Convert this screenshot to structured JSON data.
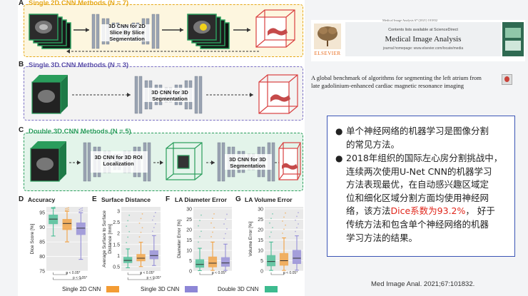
{
  "figure": {
    "panel_a": {
      "letter": "A",
      "title": "Single 2D CNN Methods (N = 7)",
      "net_label": "3D CNN for 2D Slice By Slice Segmentation",
      "color": "#e6a817"
    },
    "panel_b": {
      "letter": "B",
      "title": "Single 3D CNN Methods (N = 3)",
      "net_label": "3D CNN for 3D Segmentation",
      "color": "#5b4fa8"
    },
    "panel_c": {
      "letter": "C",
      "title": "Double 3D CNN Methods (N = 5)",
      "net1_label": "3D CNN for 3D ROI Localization",
      "net2_label": "3D CNN for 3D Segmentation",
      "color": "#2a9d5c"
    },
    "chart_d": {
      "letter": "D",
      "title": "Accuracy"
    },
    "chart_e": {
      "letter": "E",
      "title": "Surface Distance"
    },
    "chart_f": {
      "letter": "F",
      "title": "LA Diameter Error"
    },
    "chart_g": {
      "letter": "G",
      "title": "LA Volume Error"
    },
    "legend": [
      {
        "label": "Single 2D CNN",
        "color": "#f39c34"
      },
      {
        "label": "Single 3D CNN",
        "color": "#8d86d6"
      },
      {
        "label": "Double 3D CNN",
        "color": "#3dbb8f"
      }
    ]
  },
  "chart_data": [
    {
      "type": "box",
      "title": "Accuracy",
      "ylabel": "Dice Score [%]",
      "yticks": [
        75,
        80,
        85,
        90,
        95
      ],
      "ylim": [
        75,
        97
      ],
      "series": [
        {
          "name": "Double 3D CNN",
          "values": [
            92.8
          ],
          "min": 87,
          "q1": 91.2,
          "median": 92.8,
          "q3": 94.2,
          "max": 96.5
        },
        {
          "name": "Single 2D CNN",
          "values": [
            91.3
          ],
          "min": 85,
          "q1": 89.2,
          "median": 91.3,
          "q3": 92.7,
          "max": 95.5
        },
        {
          "name": "Single 3D CNN",
          "values": [
            89.7
          ],
          "min": 79,
          "q1": 87.5,
          "median": 89.7,
          "q3": 91.5,
          "max": 95
        }
      ],
      "annotations": [
        "p < 0.05*",
        "p < 0.05*"
      ]
    },
    {
      "type": "box",
      "title": "Surface Distance",
      "ylabel": "Average Surface to Surface Distance [mm]",
      "yticks": [
        0.5,
        1.0,
        1.5,
        2.0,
        2.5,
        3.0
      ],
      "ylim": [
        0.3,
        3.2
      ],
      "series": [
        {
          "name": "Double 3D CNN",
          "values": [
            0.78
          ],
          "min": 0.45,
          "q1": 0.68,
          "median": 0.78,
          "q3": 0.92,
          "max": 1.3
        },
        {
          "name": "Single 2D CNN",
          "values": [
            0.88
          ],
          "min": 0.5,
          "q1": 0.76,
          "median": 0.88,
          "q3": 1.05,
          "max": 1.6
        },
        {
          "name": "Single 3D CNN",
          "values": [
            1.0
          ],
          "min": 0.55,
          "q1": 0.85,
          "median": 1.0,
          "q3": 1.22,
          "max": 1.9
        }
      ],
      "annotations": [
        "p < 0.05*",
        "p < 0.05*"
      ]
    },
    {
      "type": "box",
      "title": "LA Diameter Error",
      "ylabel": "Diameter Error [%]",
      "yticks": [
        0,
        5,
        10,
        15,
        20,
        25,
        30
      ],
      "ylim": [
        0,
        31
      ],
      "series": [
        {
          "name": "Double 3D CNN",
          "values": [
            3.2
          ],
          "min": 0.2,
          "q1": 1.8,
          "median": 3.2,
          "q3": 5.5,
          "max": 11
        },
        {
          "name": "Single 2D CNN",
          "values": [
            3.8
          ],
          "min": 0.3,
          "q1": 2.0,
          "median": 3.8,
          "q3": 6.8,
          "max": 14
        },
        {
          "name": "Single 3D CNN",
          "values": [
            3.9
          ],
          "min": 0.3,
          "q1": 2.3,
          "median": 3.9,
          "q3": 6.5,
          "max": 13
        }
      ],
      "annotations": [
        "p < 0.05*"
      ]
    },
    {
      "type": "box",
      "title": "LA Volume Error",
      "ylabel": "Volume Error [%]",
      "yticks": [
        0,
        5,
        10,
        15,
        20,
        25,
        30
      ],
      "ylim": [
        0,
        31
      ],
      "series": [
        {
          "name": "Double 3D CNN",
          "values": [
            4.6
          ],
          "min": 0.3,
          "q1": 2.5,
          "median": 4.6,
          "q3": 7.5,
          "max": 14
        },
        {
          "name": "Single 2D CNN",
          "values": [
            5.0
          ],
          "min": 0.3,
          "q1": 2.8,
          "median": 5.0,
          "q3": 8.5,
          "max": 16
        },
        {
          "name": "Single 3D CNN",
          "values": [
            6.2
          ],
          "min": 0.4,
          "q1": 3.6,
          "median": 6.2,
          "q3": 10.0,
          "max": 17
        }
      ],
      "annotations": [
        "p < 0.05*"
      ]
    }
  ],
  "journal": {
    "top_line": "Medical Image Analysis 67 (2021) 101832",
    "contents": "Contents lists available at ScienceDirect",
    "name": "Medical Image Analysis",
    "homepage": "journal homepage: www.elsevier.com/locate/media",
    "publisher": "ELSEVIER",
    "article_title_1": "A global benchmark of algorithms for segmenting the left atrium from",
    "article_title_2": "late gadolinium-enhanced cardiac magnetic resonance imaging"
  },
  "notes": {
    "bullet1_l1": "单个神经网络的机器学习是图像分割",
    "bullet1_l2": "的常见方法。",
    "bullet2_l1": "2018年组织的国际左心房分割挑战中，",
    "bullet2_l2": "连续两次使用U-Net CNN的机器学习",
    "bullet2_l3": "方法表现最优，在自动感兴趣区域定",
    "bullet2_l4": "位和细化区域分割方面均使用神经网",
    "bullet2_l5a": "络，该方法",
    "bullet2_l5_red": "Dice系数为93.2%",
    "bullet2_l5b": "， 好于",
    "bullet2_l6": "传统方法和包含单个神经网络的机器",
    "bullet2_l7": "学习方法的结果。",
    "highlight_color": "#e0261b"
  },
  "citation": "Med Image Anal. 2021;67:101832."
}
